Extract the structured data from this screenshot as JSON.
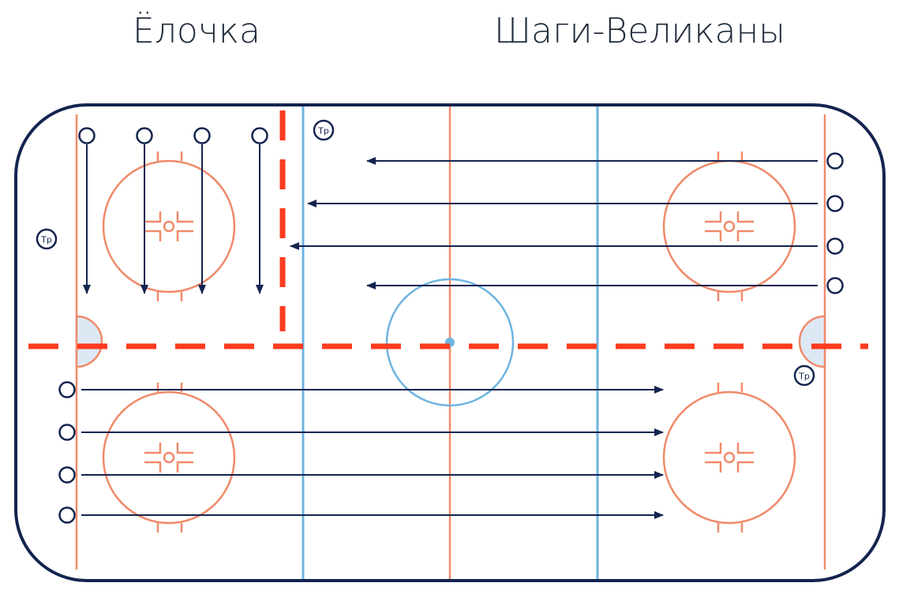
{
  "titles": {
    "left": "Ёлочка",
    "right": "Шаги-Великаны"
  },
  "coach_label": "Тр",
  "colors": {
    "board": "#13244f",
    "red_line": "#f08a6a",
    "blue_line": "#6db4e0",
    "dash": "#ff3b1f",
    "arrow": "#13244f",
    "crease_fill": "#dde8f5"
  }
}
